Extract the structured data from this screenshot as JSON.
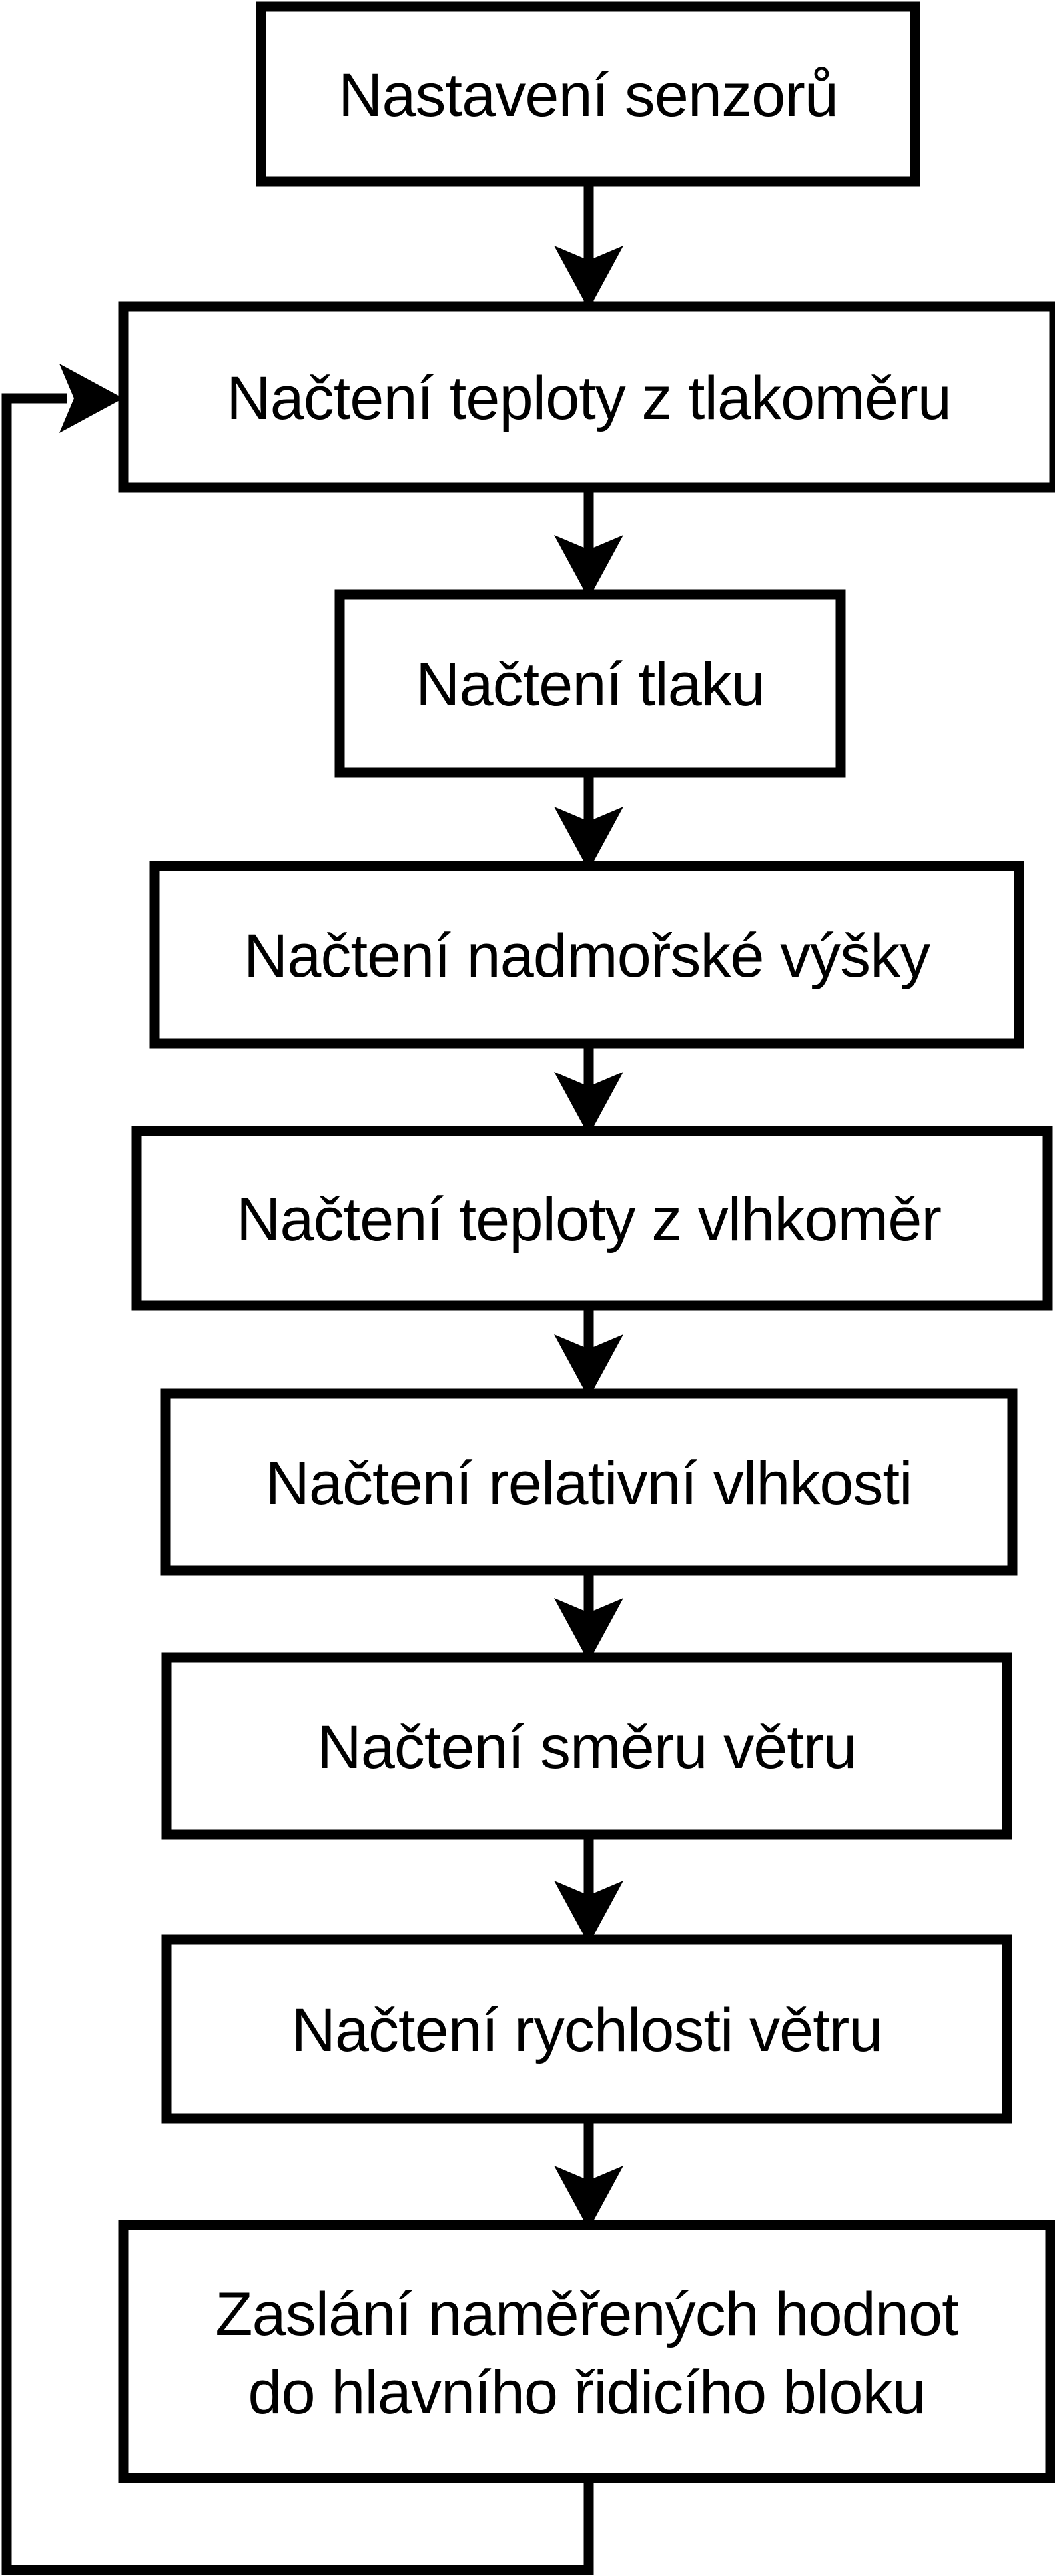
{
  "diagram": {
    "type": "flowchart",
    "background_color": "#ffffff",
    "line_color": "#000000",
    "nodes": [
      {
        "id": "sensor-setup",
        "lines": [
          "Nastavení senzorů"
        ]
      },
      {
        "id": "read-temperature-from-barometer",
        "lines": [
          "Načtení teploty z tlakoměru"
        ]
      },
      {
        "id": "read-pressure",
        "lines": [
          "Načtení tlaku"
        ]
      },
      {
        "id": "read-altitude",
        "lines": [
          "Načtení nadmořské výšky"
        ]
      },
      {
        "id": "read-temperature-from-hygrometer",
        "lines": [
          "Načtení teploty z vlhkoměr"
        ]
      },
      {
        "id": "read-relative-humidity",
        "lines": [
          "Načtení relativní vlhkosti"
        ]
      },
      {
        "id": "read-wind-direction",
        "lines": [
          "Načtení směru větru"
        ]
      },
      {
        "id": "read-wind-speed",
        "lines": [
          "Načtení rychlosti větru"
        ]
      },
      {
        "id": "send-measured-values",
        "lines": [
          "Zaslání naměřených hodnot",
          "do hlavního řidicího bloku"
        ]
      }
    ],
    "edges": [
      {
        "from": "sensor-setup",
        "to": "read-temperature-from-barometer",
        "style": "straight-down"
      },
      {
        "from": "read-temperature-from-barometer",
        "to": "read-pressure",
        "style": "straight-down"
      },
      {
        "from": "read-pressure",
        "to": "read-altitude",
        "style": "straight-down"
      },
      {
        "from": "read-altitude",
        "to": "read-temperature-from-hygrometer",
        "style": "straight-down"
      },
      {
        "from": "read-temperature-from-hygrometer",
        "to": "read-relative-humidity",
        "style": "straight-down"
      },
      {
        "from": "read-relative-humidity",
        "to": "read-wind-direction",
        "style": "straight-down"
      },
      {
        "from": "read-wind-direction",
        "to": "read-wind-speed",
        "style": "straight-down"
      },
      {
        "from": "read-wind-speed",
        "to": "send-measured-values",
        "style": "straight-down"
      },
      {
        "from": "send-measured-values",
        "to": "read-temperature-from-barometer",
        "style": "loop-left-side"
      }
    ]
  }
}
